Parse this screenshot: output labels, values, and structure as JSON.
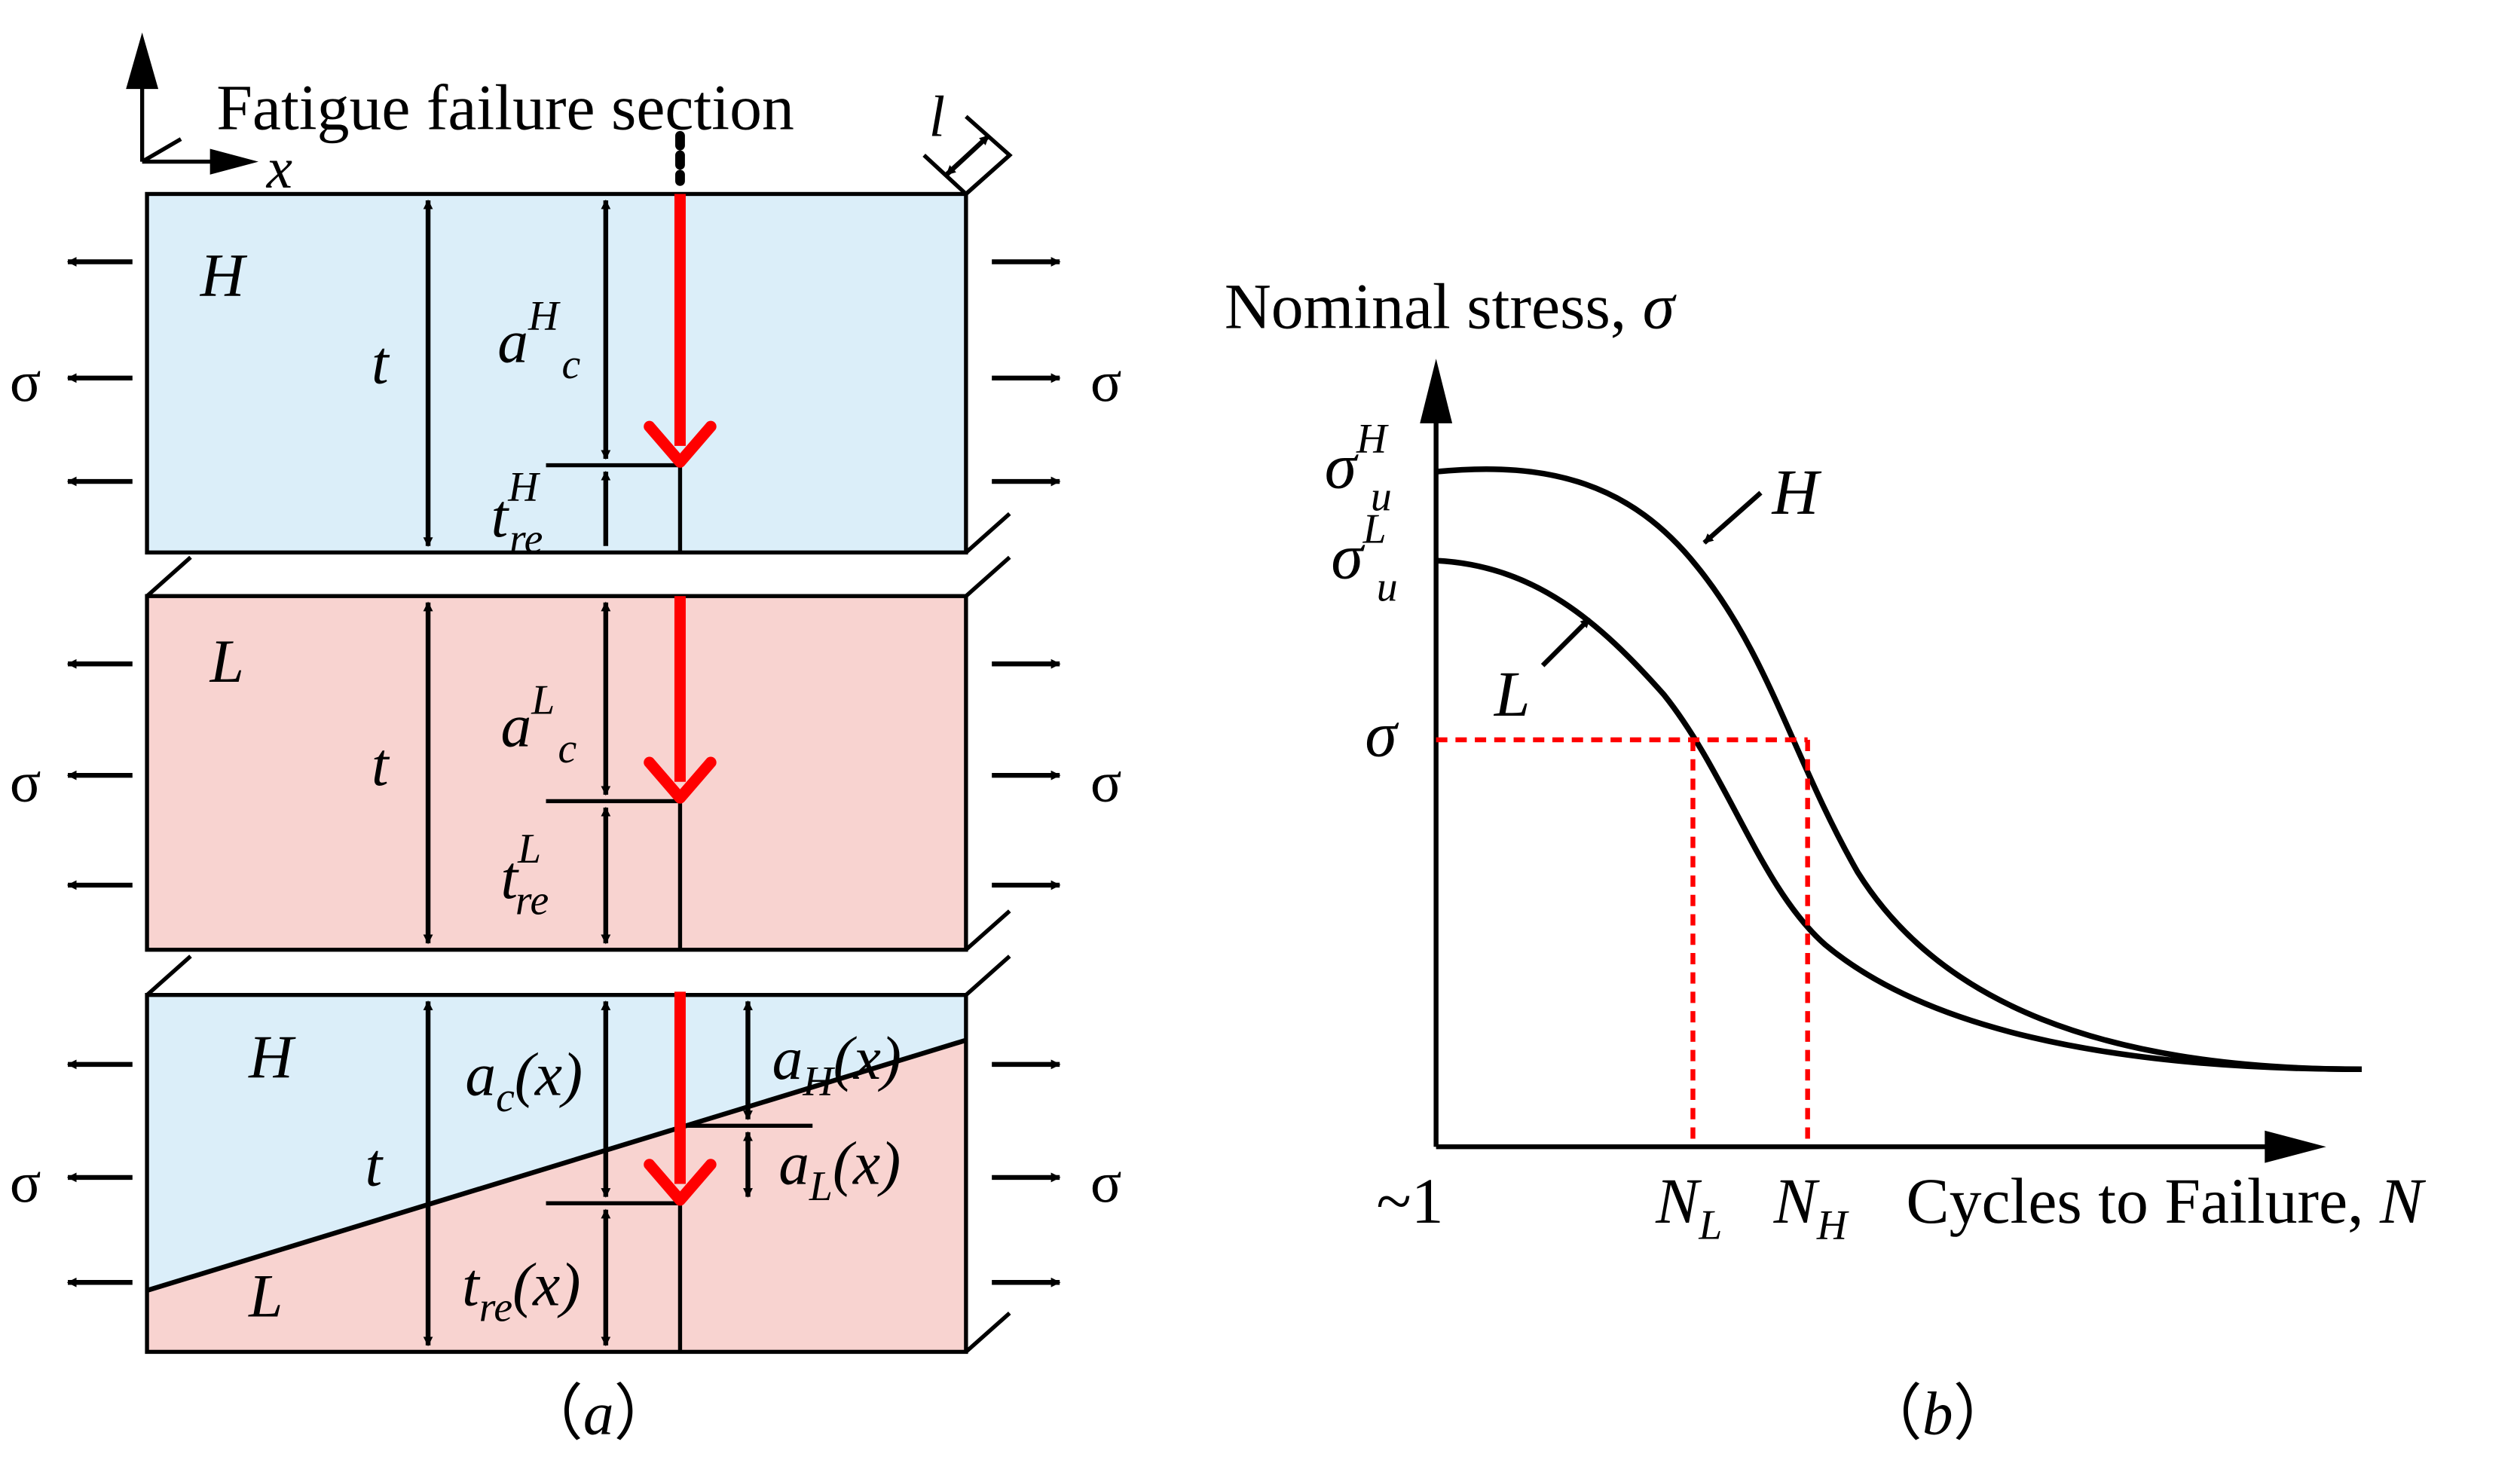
{
  "colors": {
    "material_H": "#dbeef9",
    "material_L": "#f8d3d0",
    "stroke": "#000000",
    "crack": "#ff0000"
  },
  "panel_a": {
    "header": "Fatigue failure section",
    "axis_x": "x",
    "width_symbol": "l",
    "stress_symbol": "σ",
    "caption": {
      "open": "（",
      "letter": "a",
      "close": "）"
    },
    "block_H": {
      "material": "H",
      "thickness": "t",
      "crack_base": "a",
      "crack_sup": "H",
      "crack_sub": "c",
      "rem_base": "t",
      "rem_sup": "H",
      "rem_sub": "re"
    },
    "block_L": {
      "material": "L",
      "thickness": "t",
      "crack_base": "a",
      "crack_sup": "L",
      "crack_sub": "c",
      "rem_base": "t",
      "rem_sup": "L",
      "rem_sub": "re"
    },
    "block_HL": {
      "material_top": "H",
      "material_bottom": "L",
      "thickness": "t",
      "ac_base": "a",
      "ac_sub": "c",
      "ac_arg": "(x)",
      "aH_base": "a",
      "aH_sub": "H",
      "aH_arg": "(x)",
      "aL_base": "a",
      "aL_sub": "L",
      "aL_arg": "(x)",
      "tre_base": "t",
      "tre_sub": "re",
      "tre_arg": "(x)"
    }
  },
  "panel_b": {
    "y_axis_title": "Nominal stress, ",
    "y_axis_symbol": "σ",
    "x_axis_title": "Cycles to Failure, ",
    "x_axis_symbol": "N",
    "x_origin": "~1",
    "sigma_uH": {
      "base": "σ",
      "sup": "H",
      "sub": "u"
    },
    "sigma_uL": {
      "base": "σ",
      "sup": "L",
      "sub": "u"
    },
    "sigma_level": "σ",
    "N_L": {
      "base": "N",
      "sub": "L"
    },
    "N_H": {
      "base": "N",
      "sub": "H"
    },
    "curve_H_label": "H",
    "curve_L_label": "L",
    "caption": {
      "open": "（",
      "letter": "b",
      "close": "）"
    }
  }
}
